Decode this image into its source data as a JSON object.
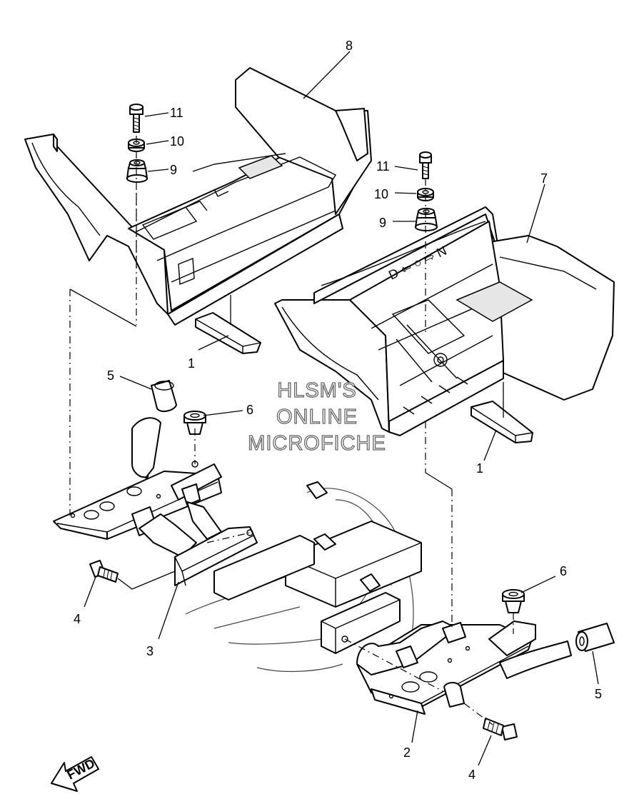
{
  "callouts": {
    "c1_left": "1",
    "c1_right": "1",
    "c2": "2",
    "c3": "3",
    "c4_left": "4",
    "c4_right": "4",
    "c5_left": "5",
    "c5_right": "5",
    "c6_left": "6",
    "c6_right": "6",
    "c7": "7",
    "c8": "8",
    "c9_left": "9",
    "c9_right": "9",
    "c10_left": "10",
    "c10_right": "10",
    "c11_left": "11",
    "c11_right": "11"
  },
  "watermark": {
    "line1": "HLSM'S",
    "line2": "ONLINE",
    "line3": "MICROFICHE"
  },
  "footrest_marking": "D ⇦ ○ ⇨ N",
  "fwd_label": "FWD"
}
